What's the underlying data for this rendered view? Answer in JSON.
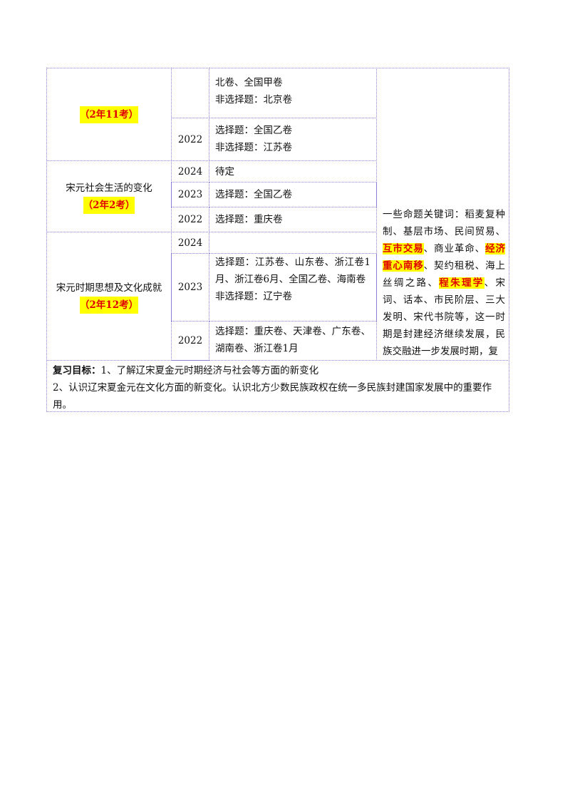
{
  "table": {
    "topics": [
      {
        "title": "",
        "count": "（2年11考）"
      },
      {
        "title": "宋元社会生活的变化",
        "count": "（2年2考）"
      },
      {
        "title": "宋元时期思想及文化成就",
        "count": "（2年12考）"
      }
    ],
    "rows": [
      {
        "year": "",
        "lines": [
          "北卷、全国甲卷",
          "非选择题：北京卷"
        ]
      },
      {
        "year": "2022",
        "lines": [
          "选择题：全国乙卷",
          "非选择题：江苏卷"
        ]
      },
      {
        "year": "2024",
        "lines": [
          "待定"
        ]
      },
      {
        "year": "2023",
        "lines": [
          "选择题：全国乙卷"
        ]
      },
      {
        "year": "2022",
        "lines": [
          "选择题：重庆卷"
        ]
      },
      {
        "year": "2024",
        "lines": []
      },
      {
        "year": "2023",
        "lines": [
          "选择题：江苏卷、山东卷、浙江卷1月、浙江卷6月、全国乙卷、海南卷",
          "非选择题：辽宁卷"
        ]
      },
      {
        "year": "2022",
        "lines": [
          "选择题：重庆卷、天津卷、广东卷、湖南卷、浙江卷1月"
        ]
      }
    ],
    "keywords": {
      "p1": "一些命题关键词：稻麦复种制、基层市场、民间贸易、",
      "h1": "互市交易",
      "p2": "、商业革命、",
      "h2": "经济重心南移",
      "p3": "、契约租税、海上丝绸之路、",
      "h3": "程朱理学",
      "p4": "、宋词、话本、市民阶层、三大发明、宋代书院等，这一时期是封建经济继续发展，民族交融进一步发展时期，复"
    }
  },
  "review": {
    "label": "复习目标：",
    "line1": "1、了解辽宋夏金元时期经济与社会等方面的新变化",
    "line2": "2、认识辽宋夏金元在文化方面的新变化。认识北方少数民族政权在统一多民族封建国家发展中的重要作用。"
  },
  "colors": {
    "border": "#8a7fd0",
    "highlight_bg": "#ffff00",
    "highlight_text": "#e00000"
  }
}
